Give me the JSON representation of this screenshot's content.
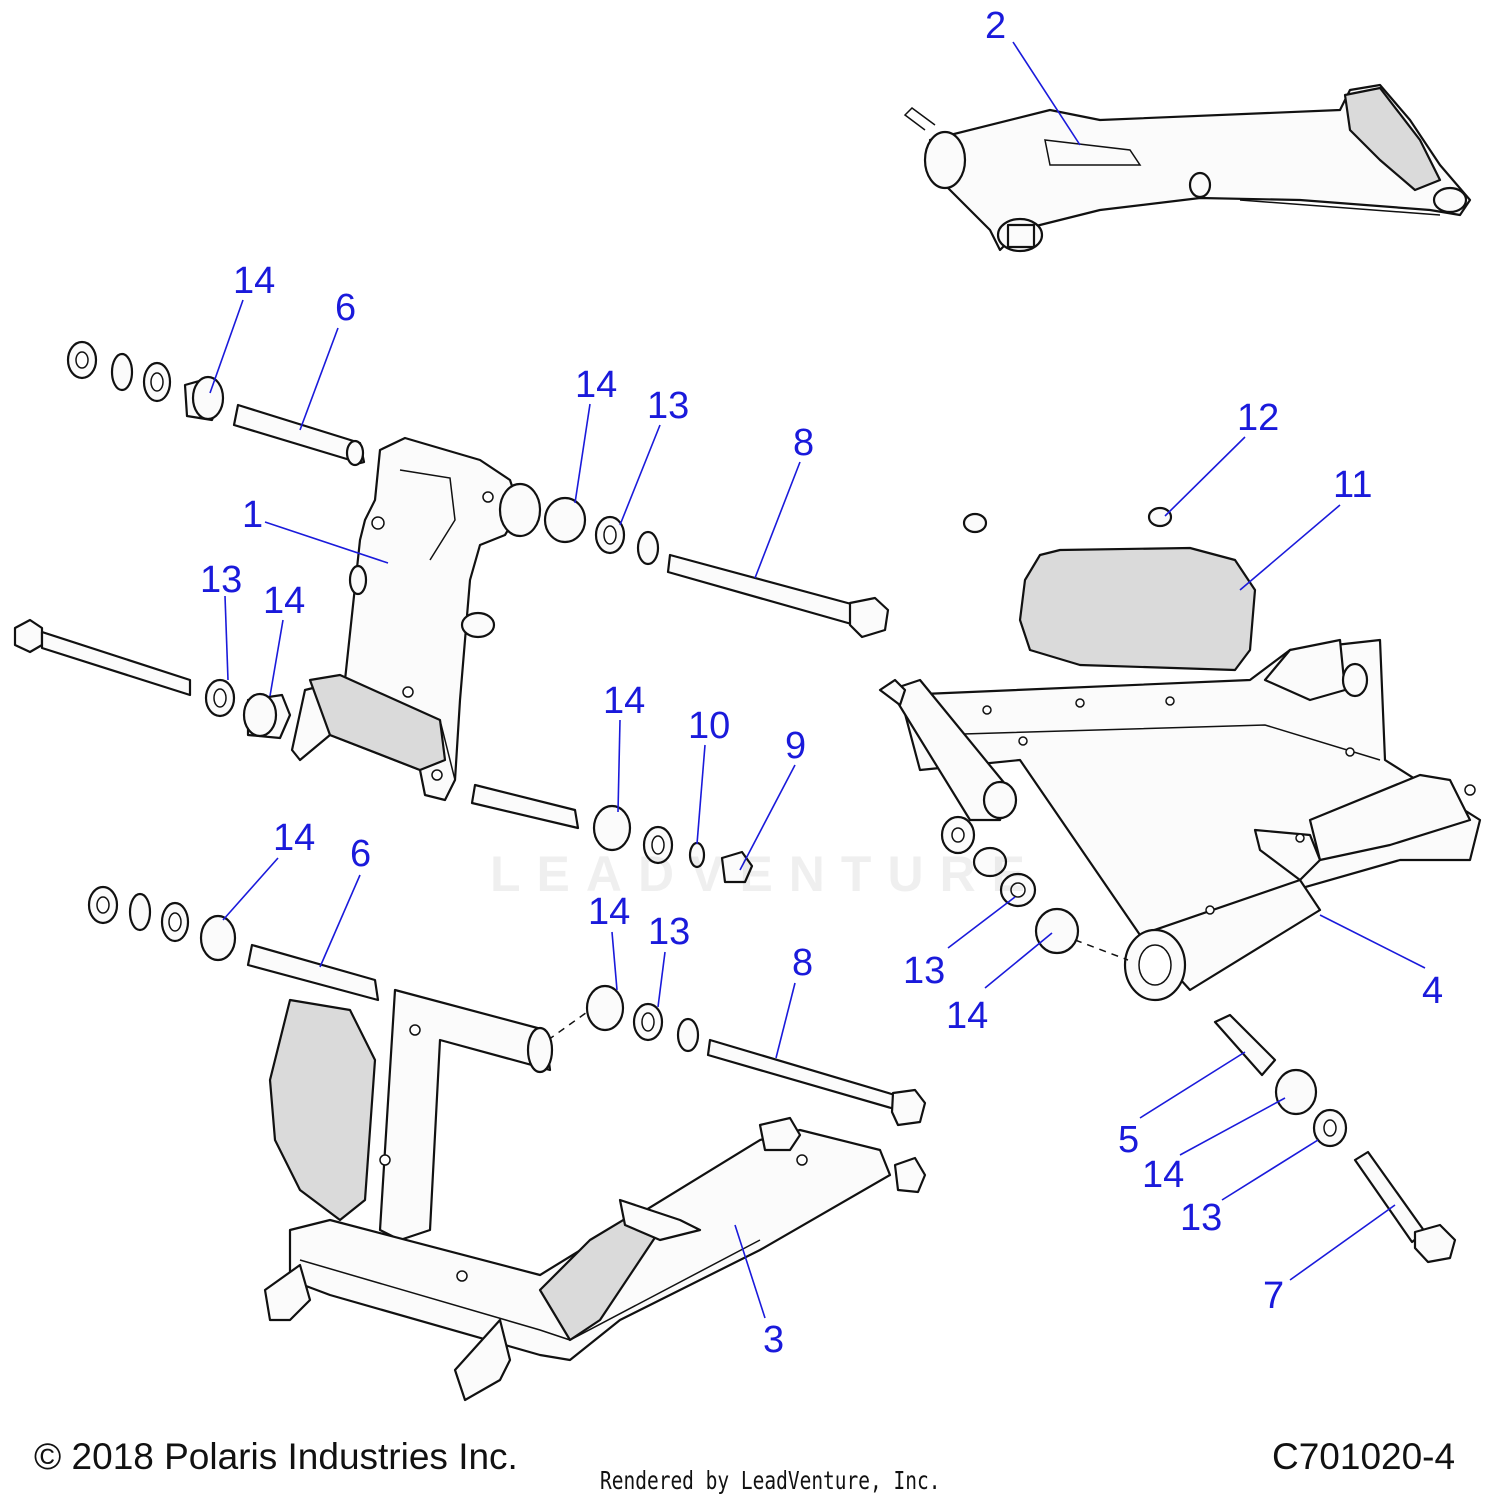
{
  "diagram": {
    "code": "C701020-4",
    "copyright": "© 2018 Polaris Industries Inc.",
    "rendered_by": "Rendered by LeadVenture, Inc.",
    "watermark_text": "LEADVENTURE",
    "callouts": [
      {
        "id": "c-2",
        "label": "2"
      },
      {
        "id": "c-14a",
        "label": "14"
      },
      {
        "id": "c-6a",
        "label": "6"
      },
      {
        "id": "c-14b",
        "label": "14"
      },
      {
        "id": "c-13a",
        "label": "13"
      },
      {
        "id": "c-8a",
        "label": "8"
      },
      {
        "id": "c-12",
        "label": "12"
      },
      {
        "id": "c-11",
        "label": "11"
      },
      {
        "id": "c-1",
        "label": "1"
      },
      {
        "id": "c-13b",
        "label": "13"
      },
      {
        "id": "c-14c",
        "label": "14"
      },
      {
        "id": "c-14d",
        "label": "14"
      },
      {
        "id": "c-10",
        "label": "10"
      },
      {
        "id": "c-9",
        "label": "9"
      },
      {
        "id": "c-14e",
        "label": "14"
      },
      {
        "id": "c-6b",
        "label": "6"
      },
      {
        "id": "c-14f",
        "label": "14"
      },
      {
        "id": "c-13c",
        "label": "13"
      },
      {
        "id": "c-8b",
        "label": "8"
      },
      {
        "id": "c-13d",
        "label": "13"
      },
      {
        "id": "c-14g",
        "label": "14"
      },
      {
        "id": "c-4",
        "label": "4"
      },
      {
        "id": "c-5",
        "label": "5"
      },
      {
        "id": "c-14h",
        "label": "14"
      },
      {
        "id": "c-13e",
        "label": "13"
      },
      {
        "id": "c-7",
        "label": "7"
      },
      {
        "id": "c-3",
        "label": "3"
      }
    ]
  }
}
